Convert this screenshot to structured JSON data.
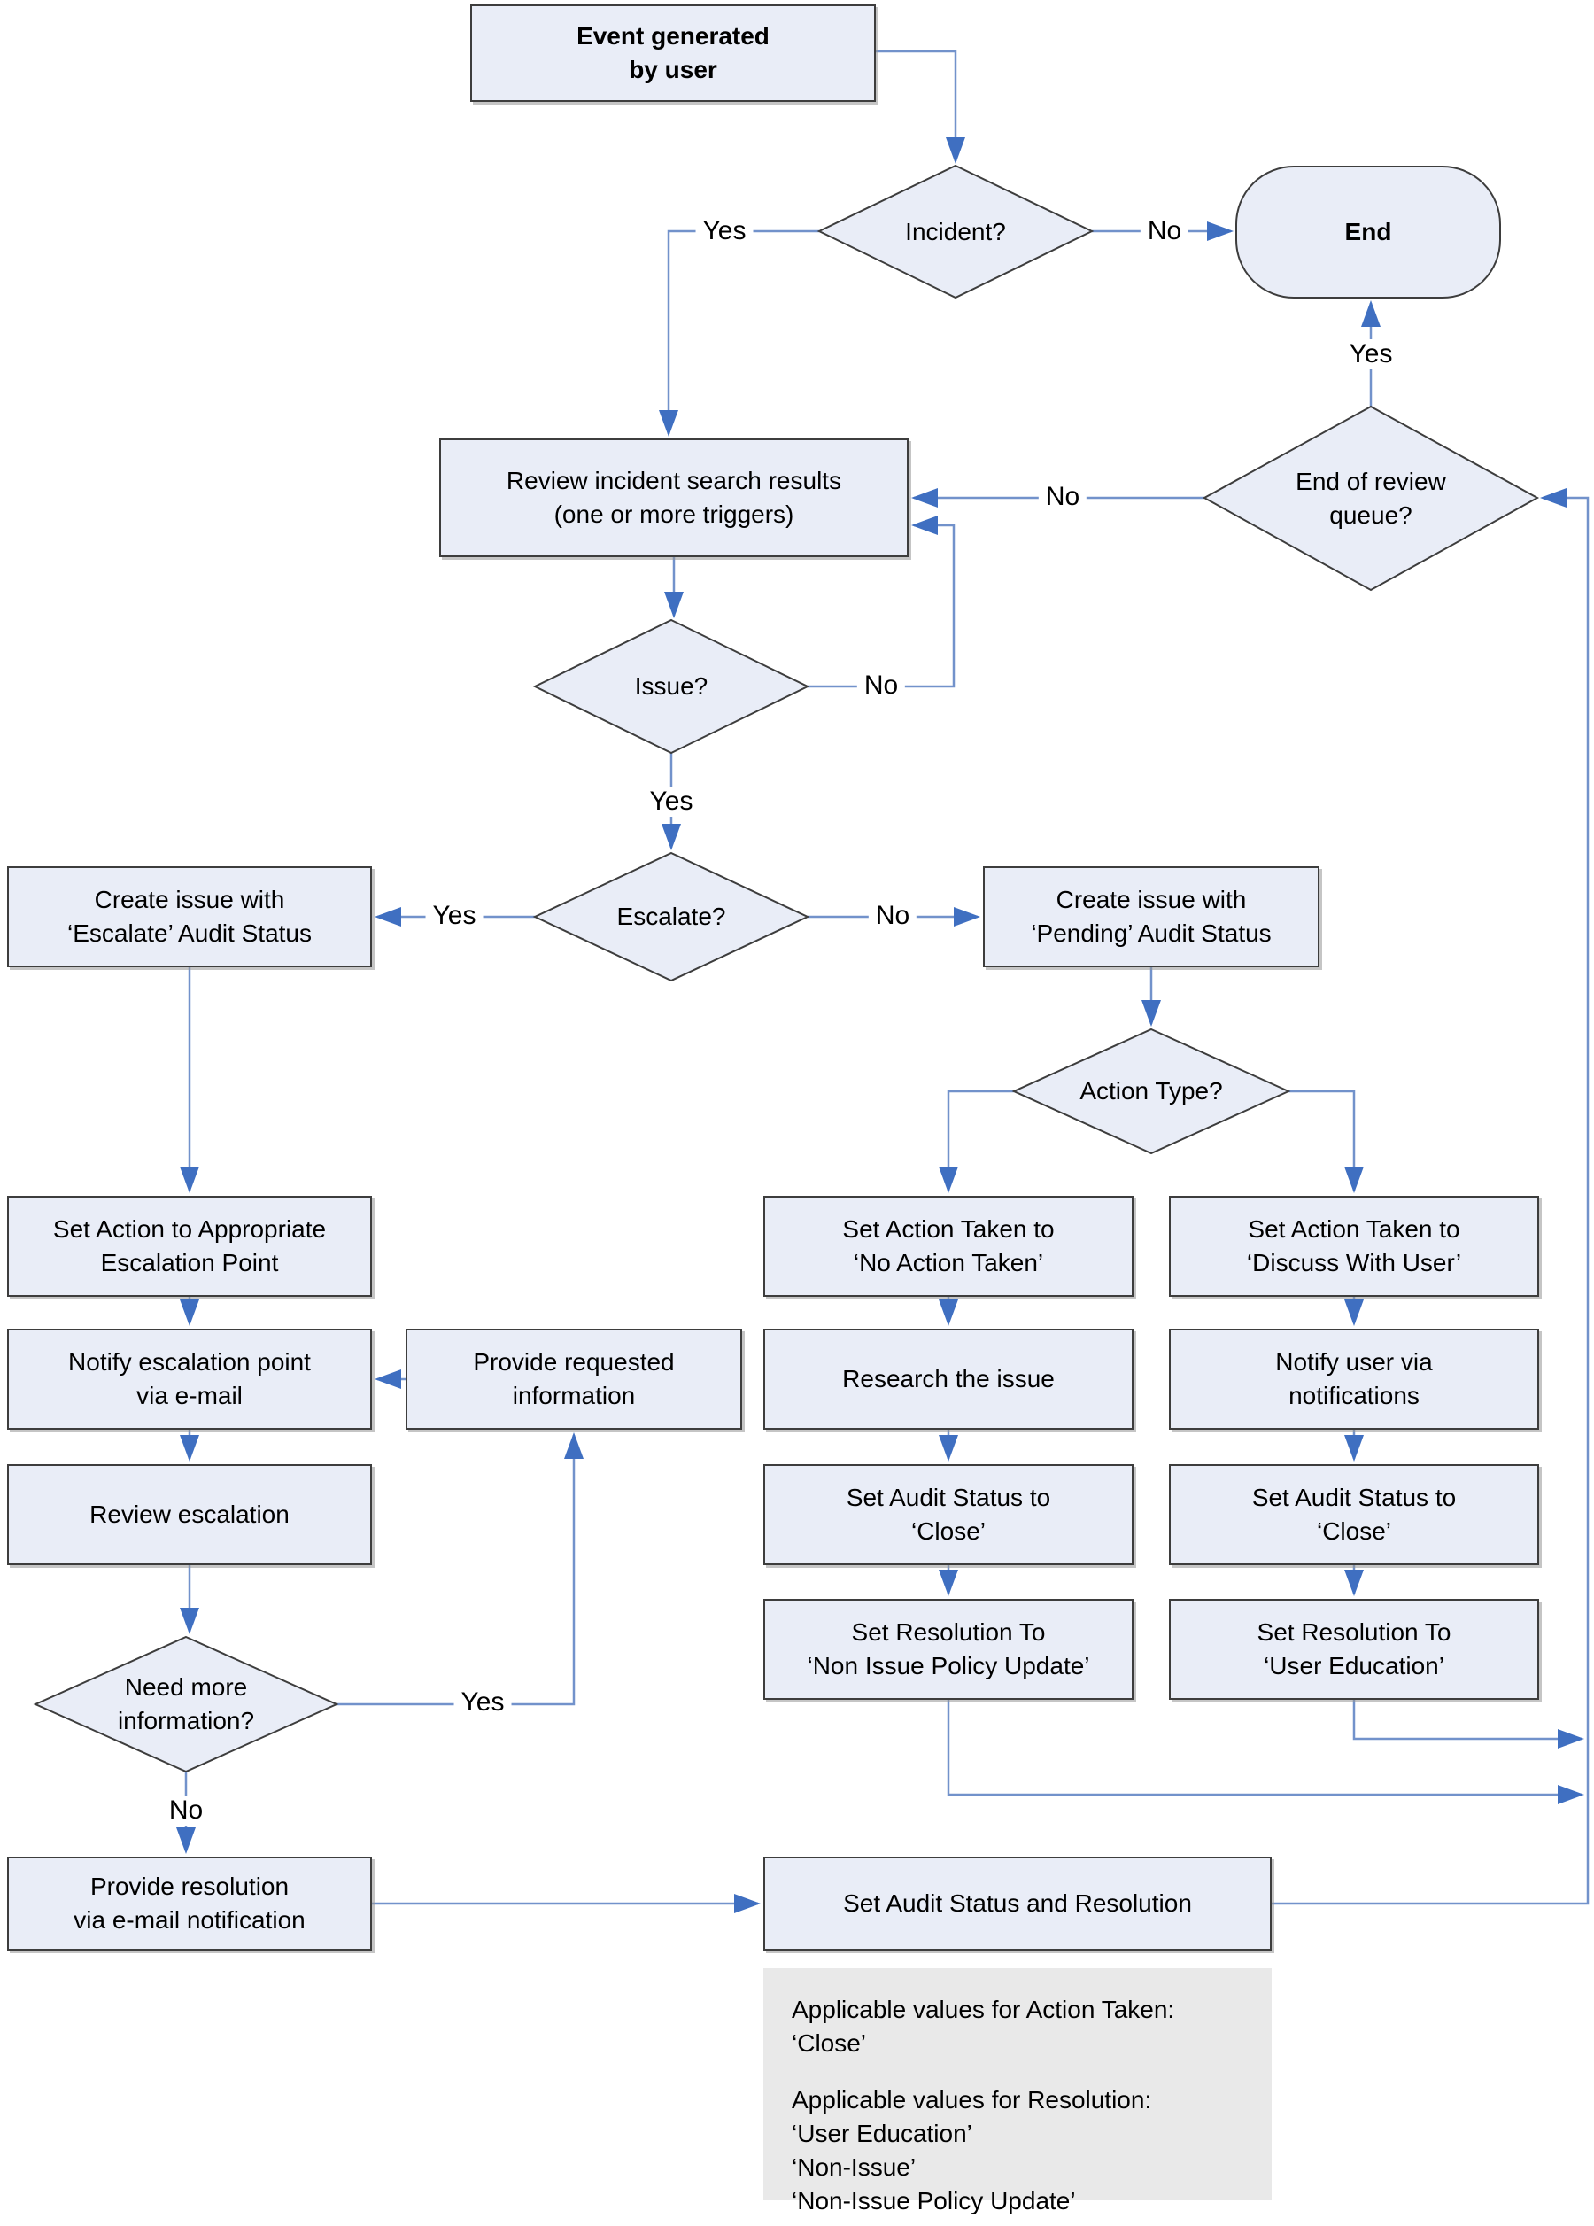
{
  "palette": {
    "node_fill": "#e9edf7",
    "node_border": "#3d3d3d",
    "line": "#7292cb",
    "arrow": "#3f6fc1",
    "note_bg": "#e9e9e9",
    "text": "#000000",
    "bg": "#ffffff"
  },
  "labels": {
    "yes": "Yes",
    "no": "No"
  },
  "nodes": {
    "event": {
      "line1": "Event generated",
      "line2": "by user"
    },
    "incident": {
      "label": "Incident?"
    },
    "end": {
      "label": "End"
    },
    "review": {
      "line1": "Review incident search results",
      "line2": "(one or more triggers)"
    },
    "end_of_review_queue": {
      "line1": "End of review",
      "line2": "queue?"
    },
    "issue": {
      "label": "Issue?"
    },
    "escalate": {
      "label": "Escalate?"
    },
    "create_issue_escalate": {
      "line1": "Create issue with",
      "line2": "‘Escalate’ Audit Status"
    },
    "create_issue_pending": {
      "line1": "Create issue with",
      "line2": "‘Pending’ Audit Status"
    },
    "action_type": {
      "label": "Action Type?"
    },
    "set_action_escalation": {
      "line1": "Set Action to Appropriate",
      "line2": "Escalation Point"
    },
    "notify_escalation": {
      "line1": "Notify escalation point",
      "line2": "via e-mail"
    },
    "provide_requested": {
      "line1": "Provide requested",
      "line2": "information"
    },
    "review_escalation": {
      "label": "Review escalation"
    },
    "need_more_info": {
      "line1": "Need more",
      "line2": "information?"
    },
    "provide_resolution": {
      "line1": "Provide resolution",
      "line2": "via e-mail notification"
    },
    "set_audit_and_resolution": {
      "label": "Set Audit Status and Resolution"
    },
    "set_action_taken_none": {
      "line1": "Set Action Taken to",
      "line2": "‘No Action Taken’"
    },
    "research_issue": {
      "label": "Research the issue"
    },
    "set_audit_close_mid": {
      "line1": "Set Audit Status to",
      "line2": "‘Close’"
    },
    "set_resolution_non_issue": {
      "line1": "Set Resolution To",
      "line2": "‘Non Issue Policy Update’"
    },
    "set_action_taken_discuss": {
      "line1": "Set Action Taken to",
      "line2": "‘Discuss With User’"
    },
    "notify_user": {
      "line1": "Notify user via",
      "line2": "notifications"
    },
    "set_audit_close_right": {
      "line1": "Set Audit Status to",
      "line2": "‘Close’"
    },
    "set_resolution_user_edu": {
      "line1": "Set Resolution To",
      "line2": "‘User Education’"
    }
  },
  "note": {
    "action_taken_header": "Applicable values for Action Taken:",
    "action_taken_value": "‘Close’",
    "resolution_header": "Applicable values for Resolution:",
    "resolution_value1": "‘User Education’",
    "resolution_value2": "‘Non-Issue’",
    "resolution_value3": "‘Non-Issue Policy Update’"
  }
}
